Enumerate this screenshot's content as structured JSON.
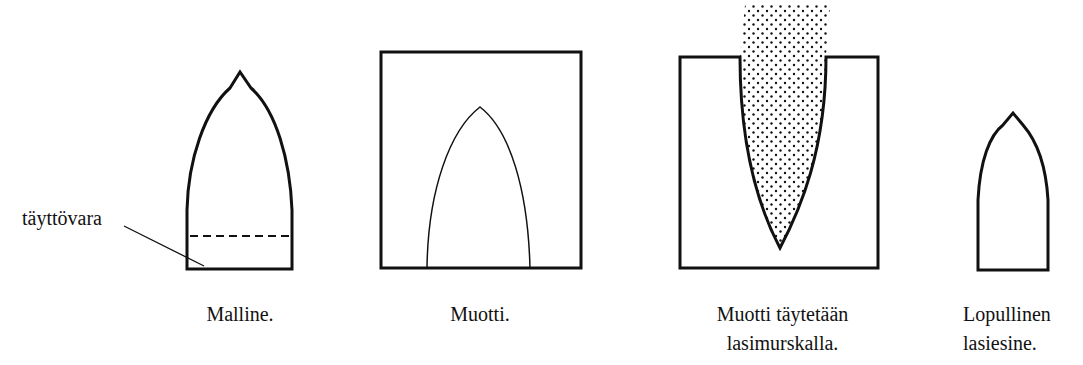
{
  "diagram": {
    "labels": [
      "täyttövara",
      "Malline.",
      "Muotti.",
      "Muotti täytetään lasimurskalla.",
      "Lopullinen lasiesine."
    ]
  }
}
